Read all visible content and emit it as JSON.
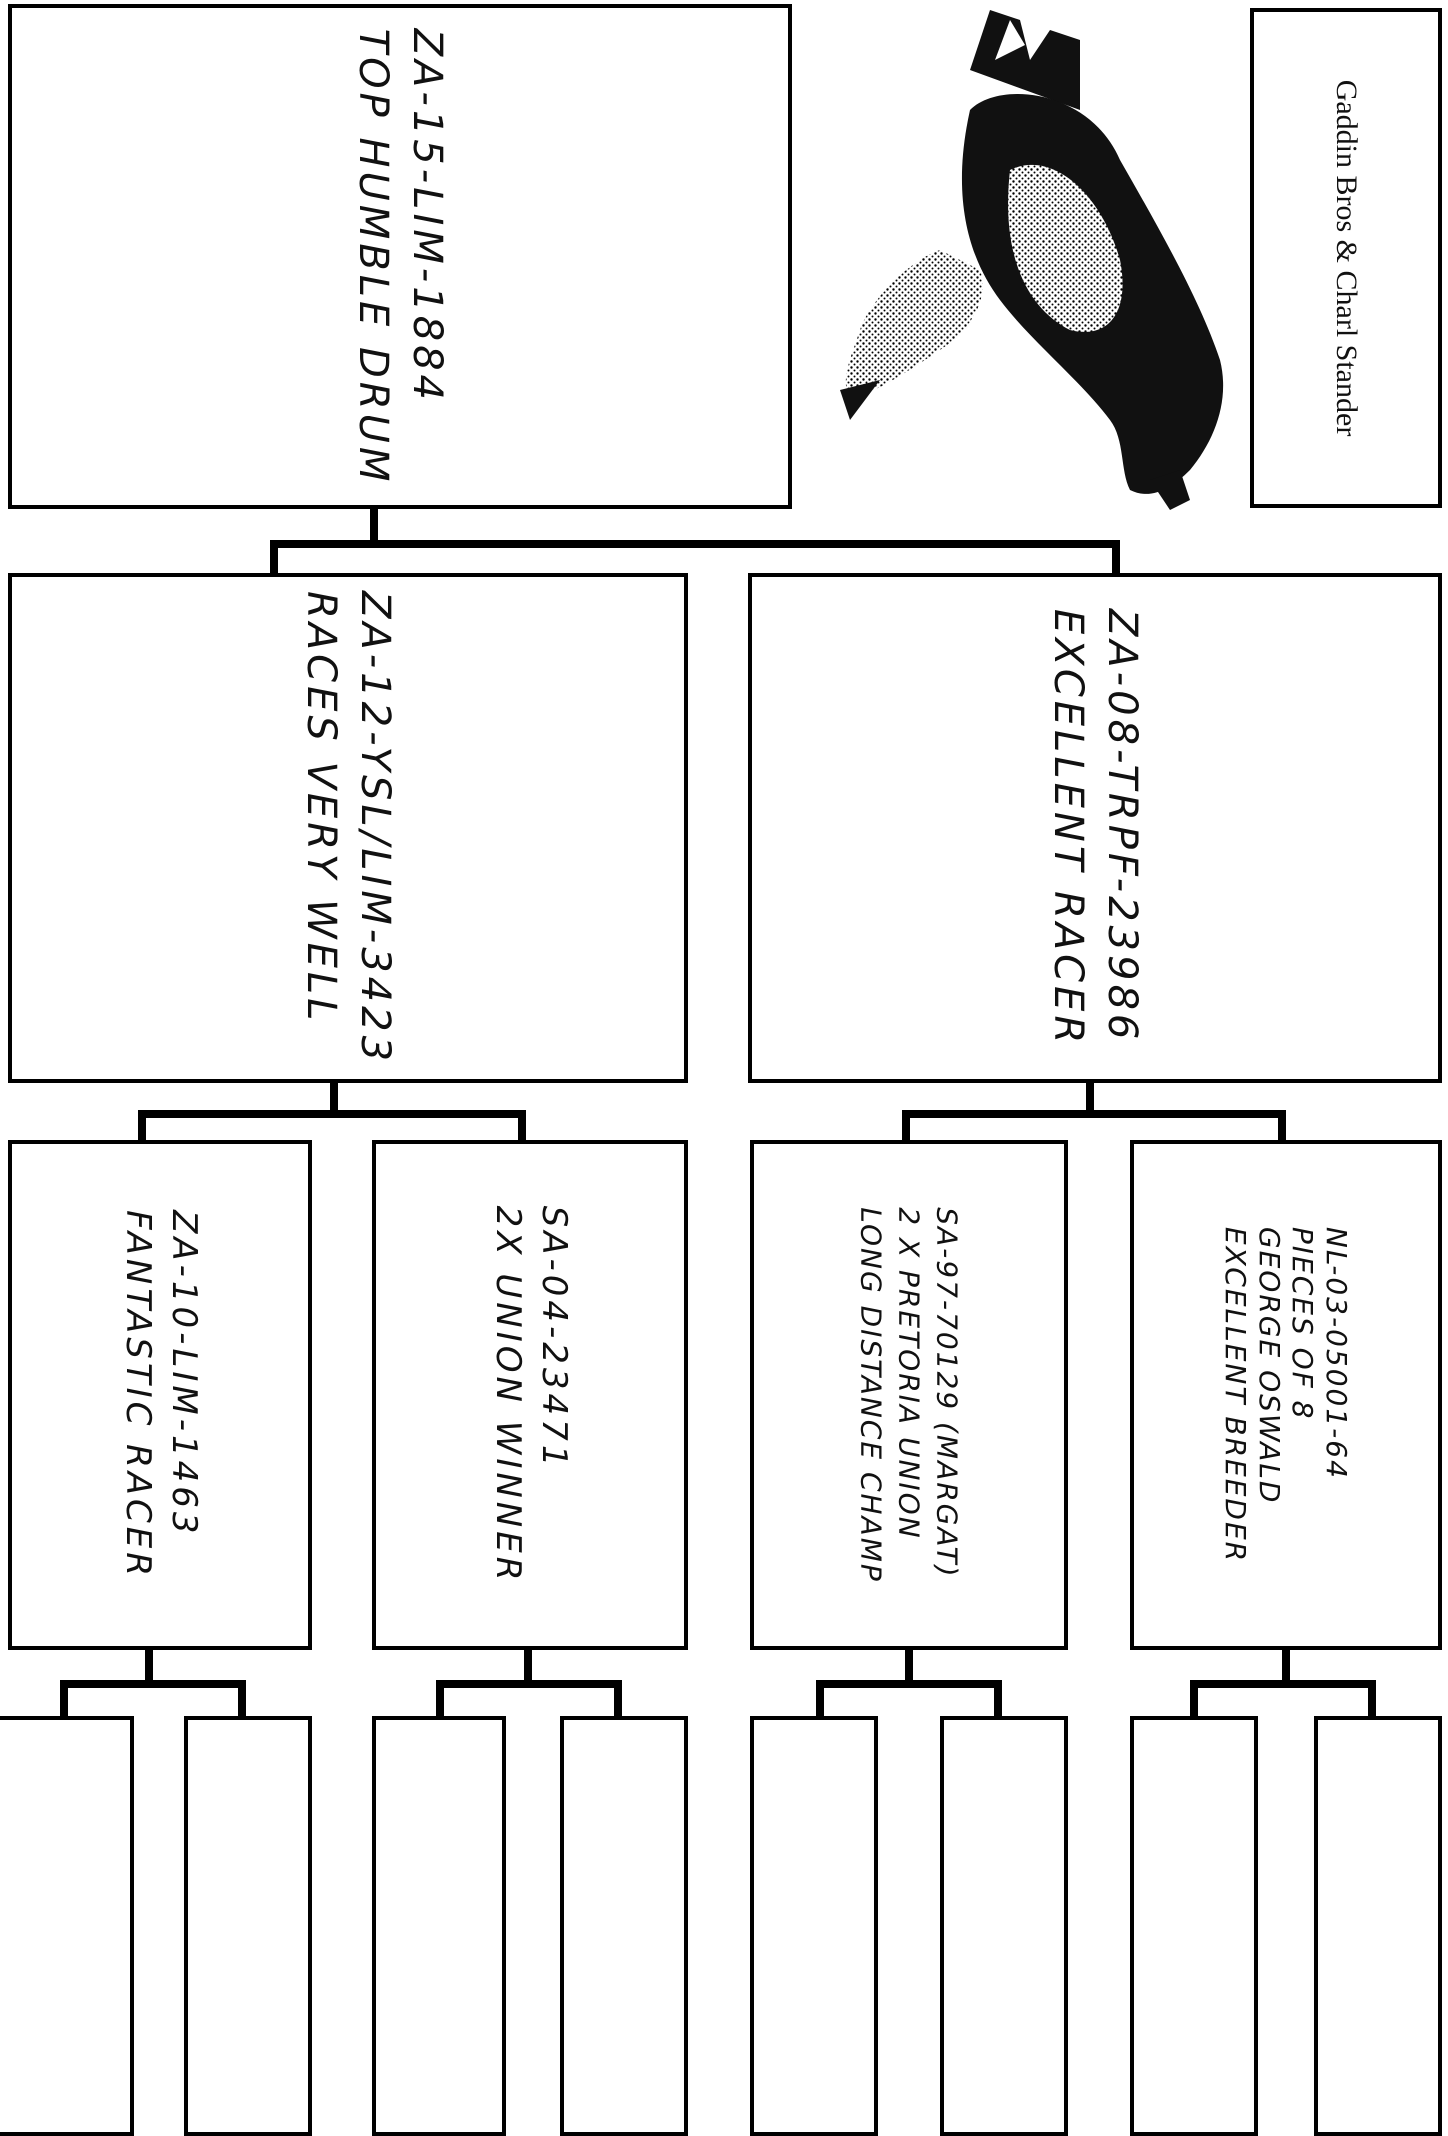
{
  "breeder": "Gaddin Bros & Charl Stander",
  "bird": {
    "ring": "ZA-15-LIM-1884",
    "name": "TOP HUMBLE DRUM"
  },
  "sire": {
    "ring": "ZA-08-TRPF-23986",
    "note": "EXCELLENT RACER"
  },
  "dam": {
    "ring": "ZA-12-YSL/LIM-3423",
    "note": "RACES VERY WELL"
  },
  "sire_sire": {
    "ring": "NL-03-05001-64",
    "line2": "PIECES OF 8",
    "line3": "GEORGE OSWALD",
    "line4": "EXCELLENT BREEDER"
  },
  "sire_dam": {
    "ring": "SA-97-70129 (MARGAT)",
    "line2": "2 X PRETORIA UNION",
    "line3": "LONG DISTANCE CHAMP"
  },
  "dam_sire": {
    "ring": "SA-04-23471",
    "line2": "2X UNION WINNER"
  },
  "dam_dam": {
    "ring": "ZA-10-LIM-1463",
    "line2": "FANTASTIC RACER"
  },
  "photo": {
    "icon": "pigeon-photo"
  }
}
